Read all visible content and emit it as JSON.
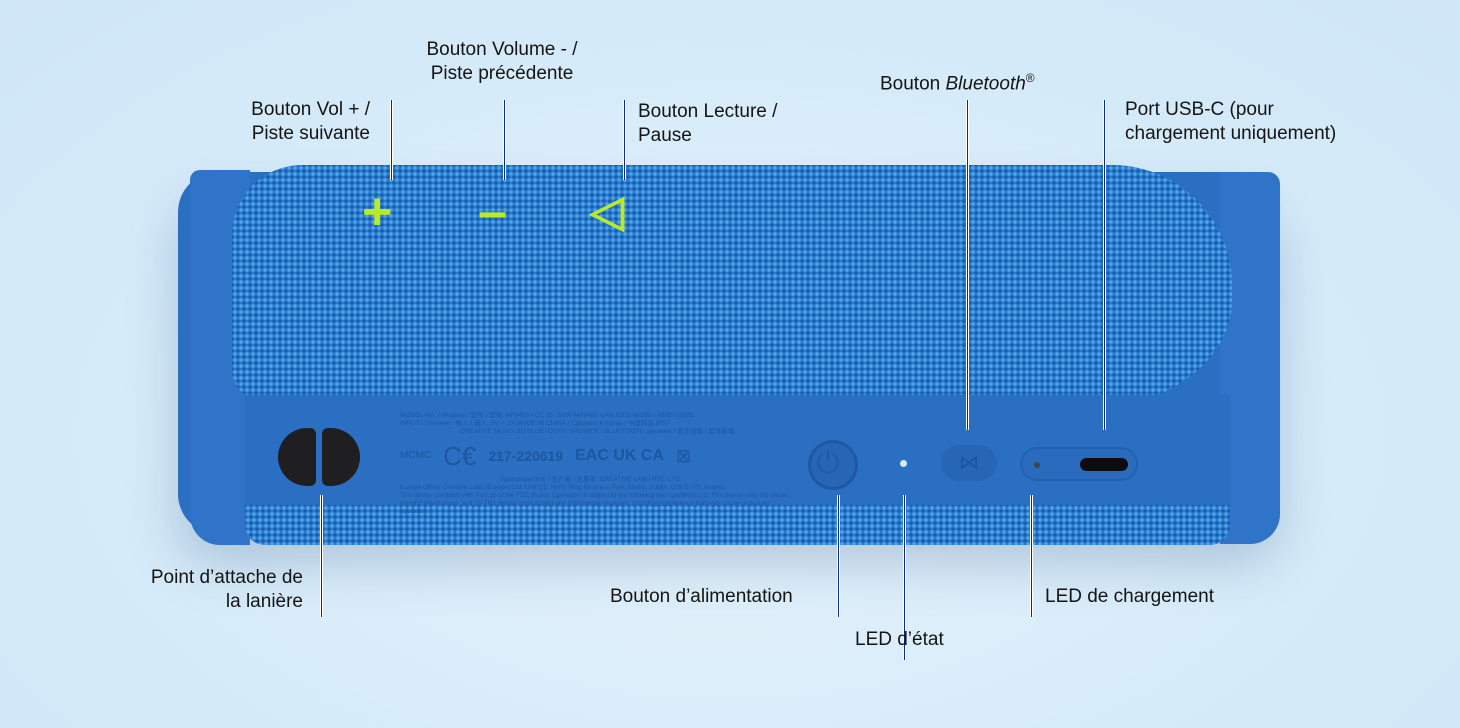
{
  "labels": {
    "vol_plus": [
      "Bouton Vol + /",
      "Piste suivante"
    ],
    "vol_minus": [
      "Bouton Volume - /",
      "Piste précédente"
    ],
    "play": [
      "Bouton Lecture /",
      "Pause"
    ],
    "bluetooth": {
      "prefix": "Bouton ",
      "name": "Bluetooth",
      "reg": "®"
    },
    "usb": [
      "Port USB-C (pour",
      "chargement uniquement)"
    ],
    "strap": [
      "Point d’attache de",
      "la lanière"
    ],
    "power": "Bouton d’alimentation",
    "status_led": "LED d’état",
    "charge_led": "LED de chargement"
  },
  "speaker": {
    "buttons": {
      "plus": "+",
      "minus": "–",
      "play": "◁"
    },
    "regulatory": [
      "MODEL NO. / Модель / 型号 / 型號: MF8405   FCC ID: 2A3V-MF8405   CAN ICES-003(B) / NMB-003(B)",
      "INPUT / Питание / 輸入 / 输入: 5V ⎓ 2A  MADE IN CHINA / Сделано в Китае / 中国制造   IPX7",
      "CREATIVE MUVO GO BLUETOOTH SPEAKER / BLUETOOTH динамик / 蓝牙音箱 / 藍牙音箱",
      "MCMC",
      "217-220619",
      "Производитель / 生产者 / 生產者: CREATIVE LABS PTE. LTD.",
      "Europe Office: Creative Labs (Europe) Ltd, Unit Q2, North Ring Business Park Santry, Dublin, D09 EV70, Ireland.",
      "This device complies with Part 15 of the FCC Rules. Operation is subject to the following two conditions: (1) This device may not cause harmful interference, and (2) This device must accept any interference received, including interference that may cause undesired operation."
    ]
  },
  "colors": {
    "speaker": "#2b6fc3",
    "accent": "#b9ea2a",
    "line": "#0d2a8a",
    "background": "#d6ebf9"
  }
}
